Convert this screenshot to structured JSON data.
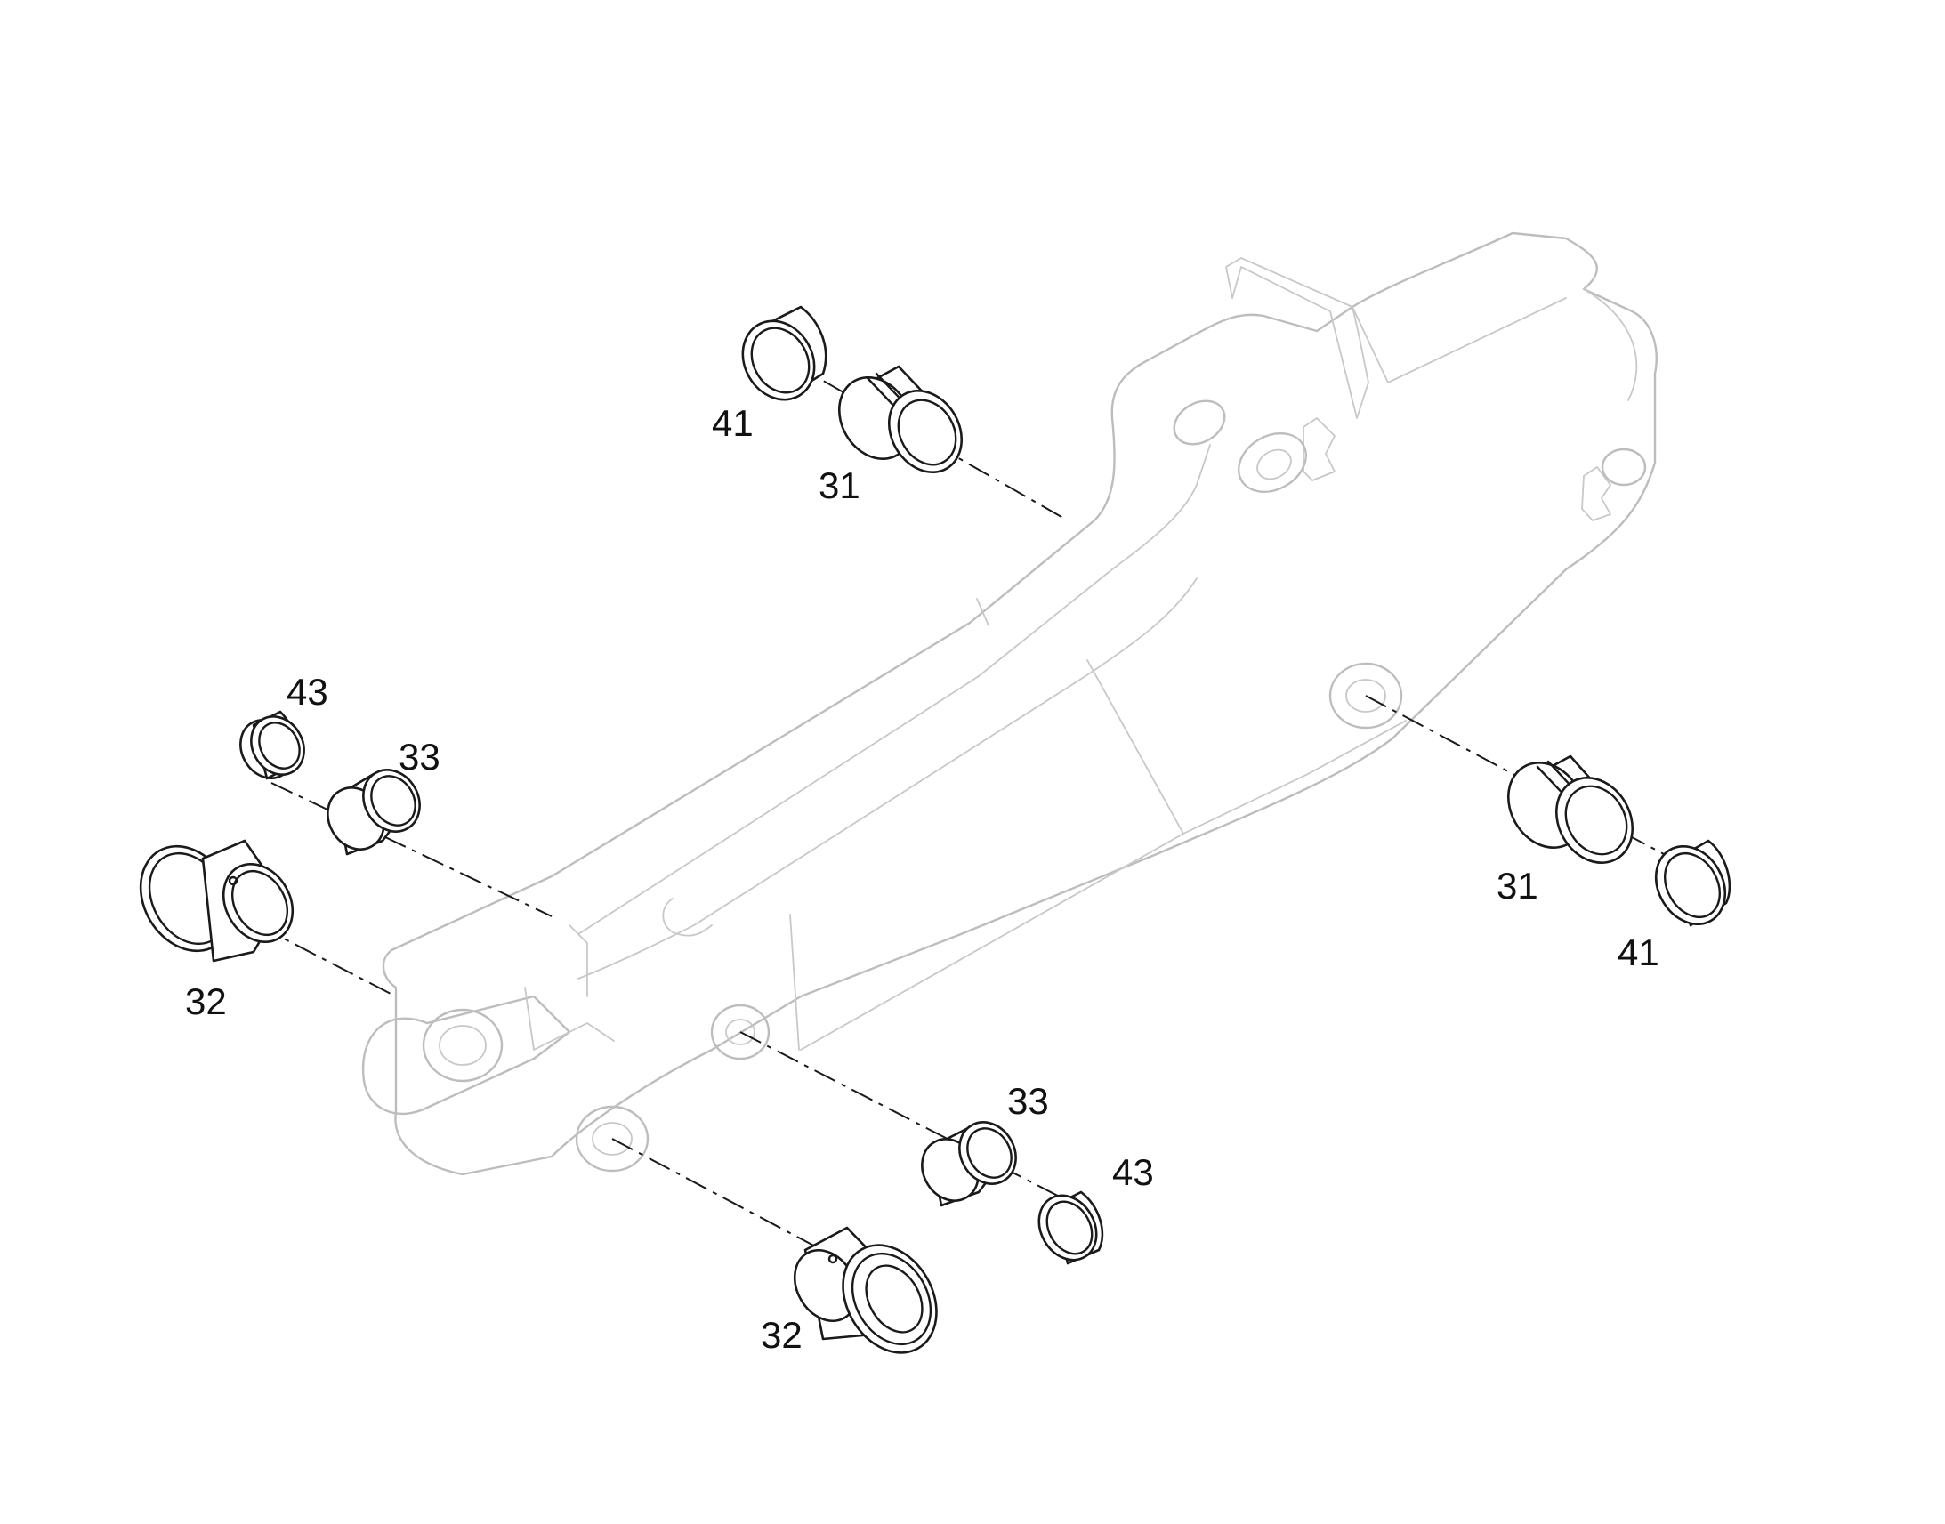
{
  "diagram": {
    "callouts": [
      "41",
      "31",
      "43",
      "33",
      "32",
      "31",
      "41",
      "33",
      "43",
      "32"
    ]
  }
}
